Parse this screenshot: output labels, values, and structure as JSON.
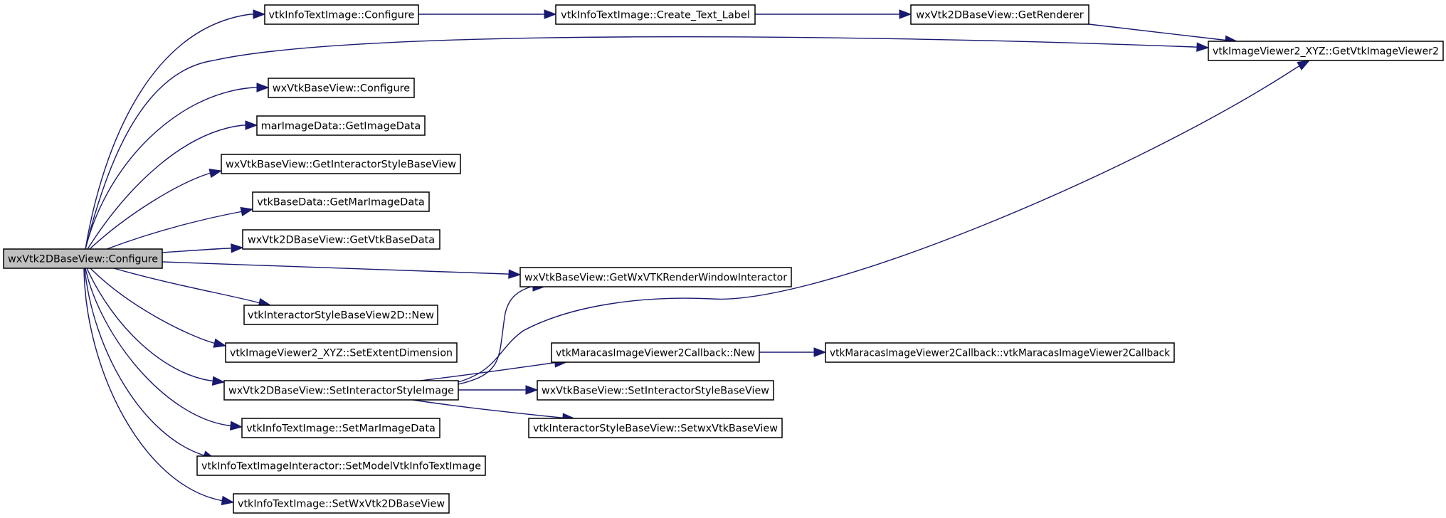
{
  "diagram": {
    "title": "",
    "colors": {
      "edge": "#191970",
      "node_fill": "#ffffff",
      "root_fill": "#bfbfbf",
      "node_border": "#000000"
    },
    "nodes": [
      {
        "id": "root",
        "label": "wxVtk2DBaseView::Configure",
        "root": true
      },
      {
        "id": "n1",
        "label": "vtkInfoTextImage::Configure"
      },
      {
        "id": "n2",
        "label": "vtkInfoTextImage::Create_Text_Label"
      },
      {
        "id": "n3",
        "label": "wxVtk2DBaseView::GetRenderer"
      },
      {
        "id": "n4",
        "label": "vtkImageViewer2_XYZ::GetVtkImageViewer2"
      },
      {
        "id": "n5",
        "label": "wxVtkBaseView::Configure"
      },
      {
        "id": "n6",
        "label": "marImageData::GetImageData"
      },
      {
        "id": "n7",
        "label": "wxVtkBaseView::GetInteractorStyleBaseView"
      },
      {
        "id": "n8",
        "label": "vtkBaseData::GetMarImageData"
      },
      {
        "id": "n9",
        "label": "wxVtk2DBaseView::GetVtkBaseData"
      },
      {
        "id": "n10",
        "label": "wxVtkBaseView::GetWxVTKRenderWindowInteractor"
      },
      {
        "id": "n11",
        "label": "vtkInteractorStyleBaseView2D::New"
      },
      {
        "id": "n12",
        "label": "vtkImageViewer2_XYZ::SetExtentDimension"
      },
      {
        "id": "n13",
        "label": "vtkMaracasImageViewer2Callback::New"
      },
      {
        "id": "n14",
        "label": "vtkMaracasImageViewer2Callback::vtkMaracasImageViewer2Callback"
      },
      {
        "id": "n15",
        "label": "wxVtk2DBaseView::SetInteractorStyleImage"
      },
      {
        "id": "n16",
        "label": "wxVtkBaseView::SetInteractorStyleBaseView"
      },
      {
        "id": "n17",
        "label": "vtkInteractorStyleBaseView::SetwxVtkBaseView"
      },
      {
        "id": "n18",
        "label": "vtkInfoTextImage::SetMarImageData"
      },
      {
        "id": "n19",
        "label": "vtkInfoTextImageInteractor::SetModelVtkInfoTextImage"
      },
      {
        "id": "n20",
        "label": "vtkInfoTextImage::SetWxVtk2DBaseView"
      }
    ],
    "edges": [
      {
        "from": "root",
        "to": "n1"
      },
      {
        "from": "root",
        "to": "n4"
      },
      {
        "from": "root",
        "to": "n5"
      },
      {
        "from": "root",
        "to": "n6"
      },
      {
        "from": "root",
        "to": "n7"
      },
      {
        "from": "root",
        "to": "n8"
      },
      {
        "from": "root",
        "to": "n9"
      },
      {
        "from": "root",
        "to": "n10"
      },
      {
        "from": "root",
        "to": "n11"
      },
      {
        "from": "root",
        "to": "n12"
      },
      {
        "from": "root",
        "to": "n15"
      },
      {
        "from": "root",
        "to": "n18"
      },
      {
        "from": "root",
        "to": "n19"
      },
      {
        "from": "root",
        "to": "n20"
      },
      {
        "from": "n1",
        "to": "n2"
      },
      {
        "from": "n2",
        "to": "n3"
      },
      {
        "from": "n3",
        "to": "n4"
      },
      {
        "from": "n15",
        "to": "n4"
      },
      {
        "from": "n15",
        "to": "n10"
      },
      {
        "from": "n15",
        "to": "n13"
      },
      {
        "from": "n15",
        "to": "n16"
      },
      {
        "from": "n15",
        "to": "n17"
      },
      {
        "from": "n13",
        "to": "n14"
      }
    ]
  }
}
